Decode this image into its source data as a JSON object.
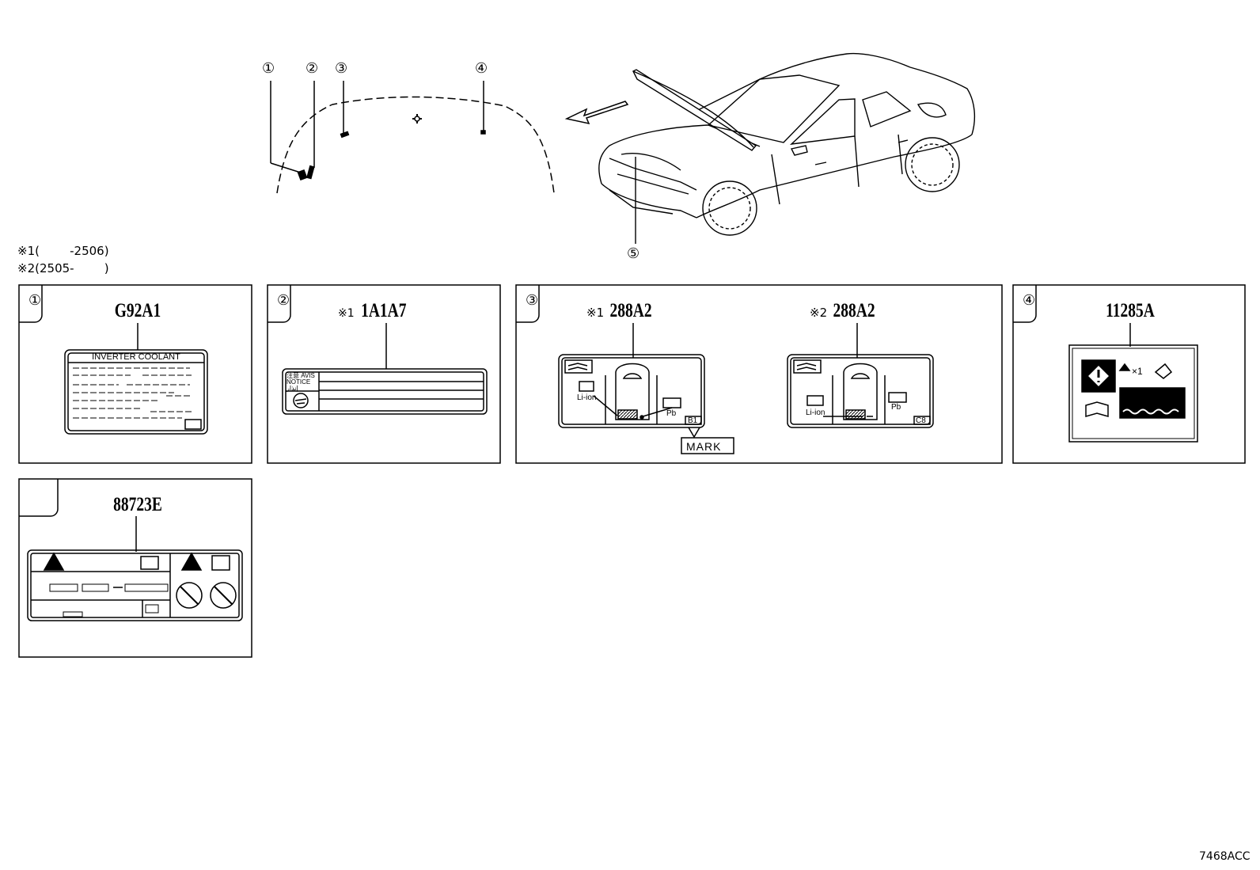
{
  "diagram": {
    "callouts": [
      "①",
      "②",
      "③",
      "④",
      "⑤"
    ],
    "notes": [
      {
        "mark": "※1",
        "range": "(        -2506)"
      },
      {
        "mark": "※2",
        "range": "(2505-        )"
      }
    ],
    "panels": {
      "p1": {
        "callout": "①",
        "part": "G92A1",
        "label_title": "INVERTER COOLANT"
      },
      "p2": {
        "callout": "②",
        "prefix": "※1",
        "part": "1A1A7",
        "notice_lines": [
          "注意 AVIS",
          "NOTICE",
          "إنذار"
        ]
      },
      "p3": {
        "callout": "③",
        "left": {
          "prefix": "※1",
          "part": "288A2",
          "liion": "Li-ion",
          "pb": "Pb",
          "code": "B1"
        },
        "right": {
          "prefix": "※2",
          "part": "288A2",
          "liion": "Li-ion",
          "pb": "Pb",
          "code": "C8"
        },
        "mark": "MARK"
      },
      "p4": {
        "callout": "④",
        "part": "11285A",
        "count": "×1"
      },
      "p5": {
        "part": "88723E"
      }
    },
    "figure_code": "7468ACC"
  }
}
